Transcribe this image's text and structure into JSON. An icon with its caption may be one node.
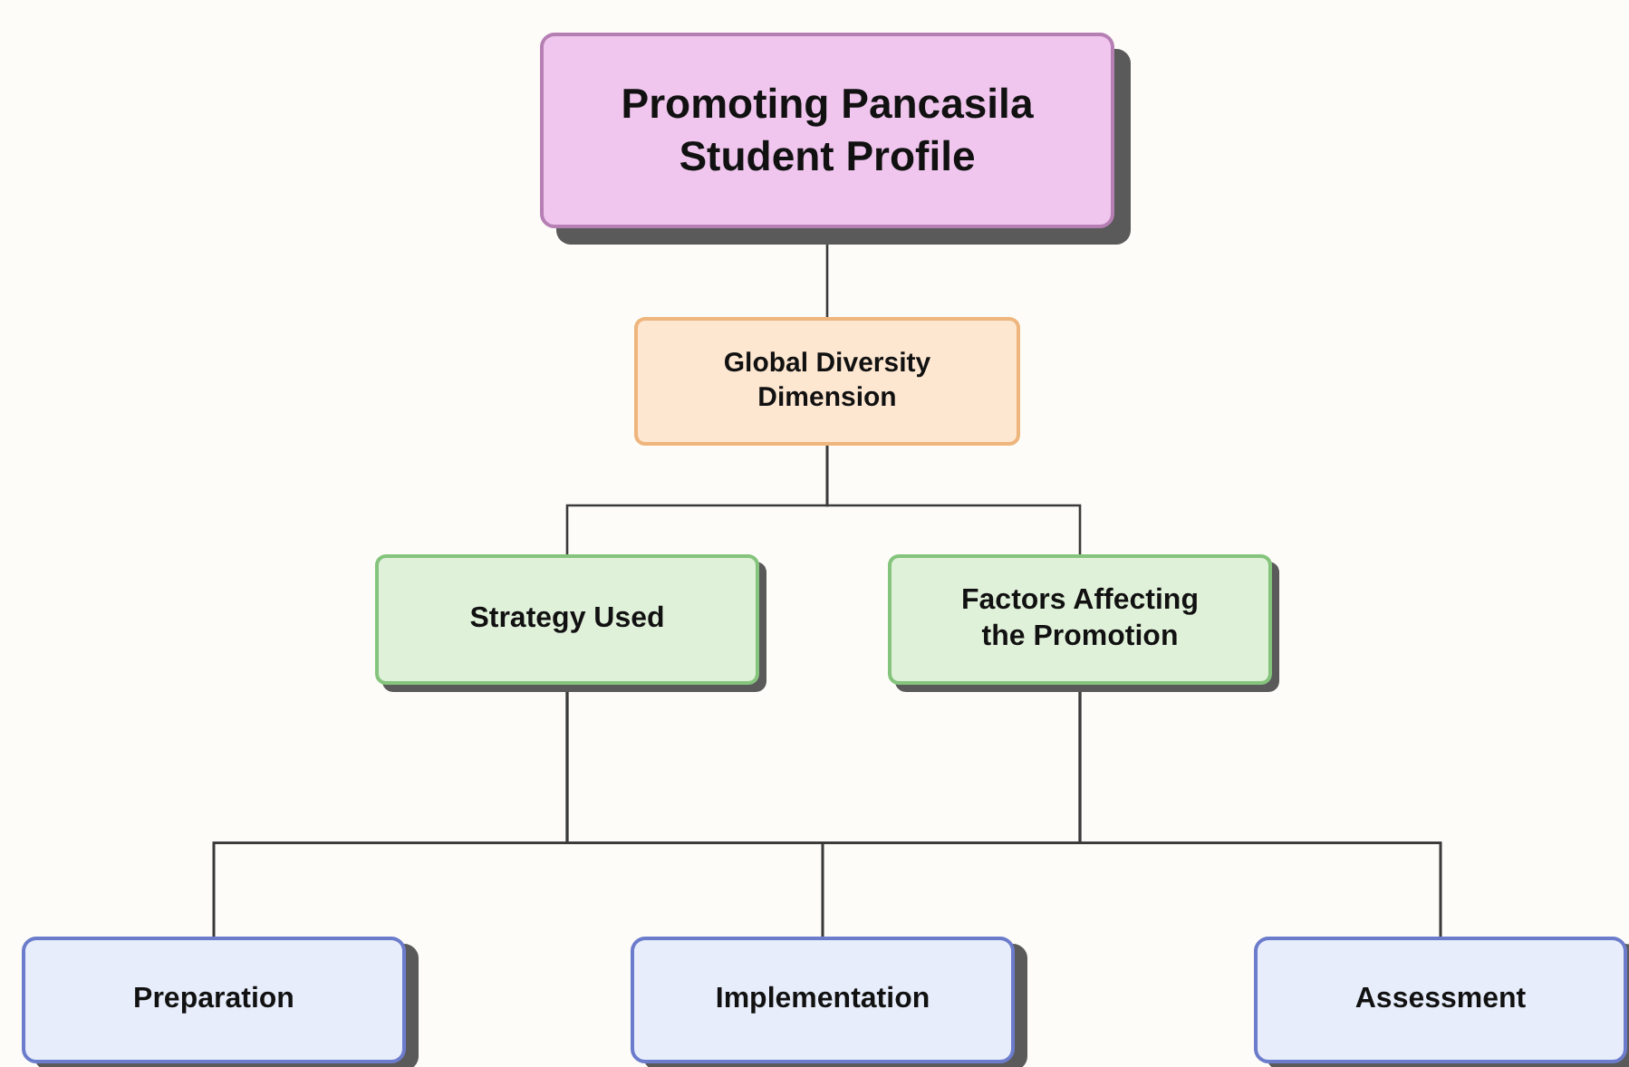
{
  "diagram": {
    "nodes": [
      {
        "text": [
          "Promoting Pancasila Student Profile"
        ]
      },
      {
        "text": [
          "Global Diversity Dimension"
        ]
      },
      {
        "text": [
          "Strategy Used"
        ]
      },
      {
        "text": [
          "Factors Affecting the Promotion"
        ]
      },
      {
        "text": [
          "Preparation"
        ]
      },
      {
        "text": [
          "Implementation"
        ]
      },
      {
        "text": [
          "Assessment"
        ]
      }
    ],
    "edges": [
      {
        "from": 0,
        "to": 1,
        "arrow": "none"
      },
      {
        "from": 1,
        "to": 2,
        "arrow": "none"
      },
      {
        "from": 1,
        "to": 3,
        "arrow": "none"
      },
      {
        "from": 2,
        "to": 4,
        "arrow": "none"
      },
      {
        "from": 2,
        "to": 5,
        "arrow": "none"
      },
      {
        "from": 2,
        "to": 6,
        "arrow": "none"
      },
      {
        "from": 3,
        "to": 4,
        "arrow": "none"
      },
      {
        "from": 3,
        "to": 5,
        "arrow": "none"
      },
      {
        "from": 3,
        "to": 6,
        "arrow": "none"
      }
    ]
  }
}
